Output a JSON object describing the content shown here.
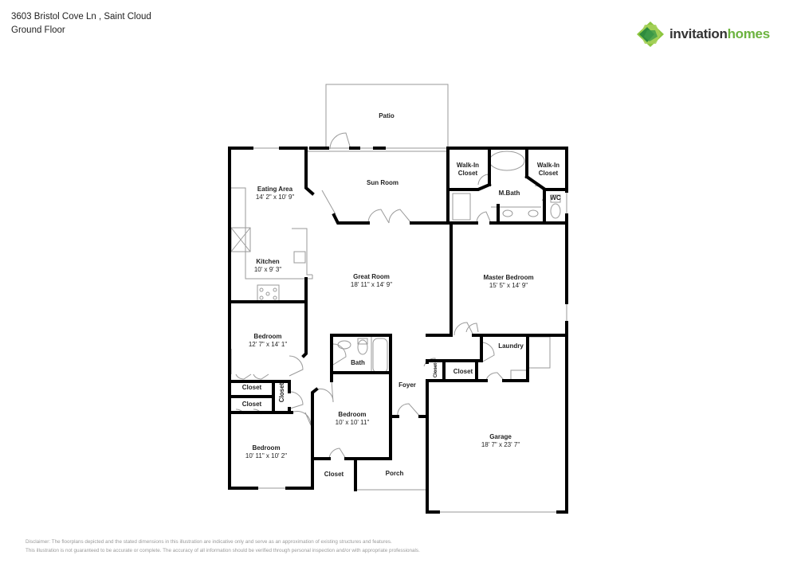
{
  "header": {
    "address": "3603 Bristol Cove Ln , Saint Cloud",
    "floor": "Ground Floor"
  },
  "logo": {
    "word1": "invitation",
    "word2": "homes",
    "icon": "stacked-diamond-house-icon",
    "colors": {
      "dark_green": "#2e8b3e",
      "light_green": "#8cc63f",
      "text_dark": "#333333",
      "text_green": "#6cb33f"
    }
  },
  "rooms": {
    "patio": {
      "name": "Patio"
    },
    "sun_room": {
      "name": "Sun Room"
    },
    "eating_area": {
      "name": "Eating Area",
      "dims": "14' 2\" x 10' 9\""
    },
    "kitchen": {
      "name": "Kitchen",
      "dims": "10' x 9' 3\""
    },
    "great_room": {
      "name": "Great Room",
      "dims": "18' 11\" x 14' 9\""
    },
    "walk_in_closet_1": {
      "name": "Walk-In",
      "name2": "Closet"
    },
    "walk_in_closet_2": {
      "name": "Walk-In",
      "name2": "Closet"
    },
    "m_bath": {
      "name": "M.Bath"
    },
    "wc": {
      "name": "WC"
    },
    "master_bedroom": {
      "name": "Master Bedroom",
      "dims": "15' 5\" x 14' 9\""
    },
    "bedroom_1": {
      "name": "Bedroom",
      "dims": "12' 7\" x 14' 1\""
    },
    "closet_a": {
      "name": "Closet"
    },
    "closet_b": {
      "name": "Closet"
    },
    "closet_vertical": {
      "name": "Closet"
    },
    "bedroom_2": {
      "name": "Bedroom",
      "dims": "10' 11\" x 10' 2\""
    },
    "bath": {
      "name": "Bath"
    },
    "bedroom_3": {
      "name": "Bedroom",
      "dims": "10' x 10' 11\""
    },
    "closet_c": {
      "name": "Closet"
    },
    "foyer": {
      "name": "Foyer"
    },
    "porch": {
      "name": "Porch"
    },
    "closet_small": {
      "name": "Closet"
    },
    "closet_d": {
      "name": "Closet"
    },
    "laundry": {
      "name": "Laundry"
    },
    "garage": {
      "name": "Garage",
      "dims": "18' 7\" x 23' 7\""
    }
  },
  "disclaimer": {
    "line1": "Disclaimer: The floorplans depicted and the stated dimensions in this illustration are indicative only and serve as an approximation of existing structures and features.",
    "line2": "This illustration is not guaranteed to be accurate or complete. The accuracy of all information should be verified through personal inspection and/or with appropriate professionals."
  }
}
